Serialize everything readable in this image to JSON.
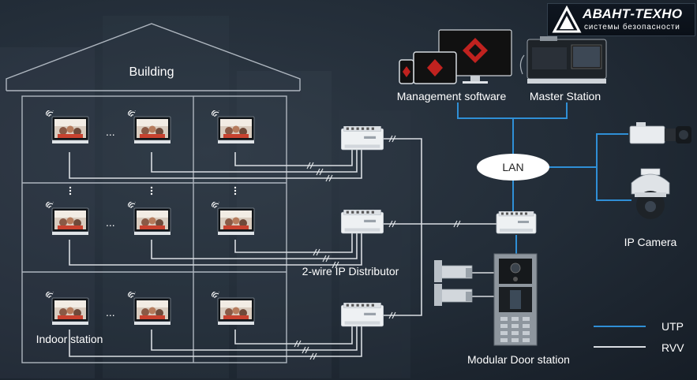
{
  "logo": {
    "title": "АВАНТ-ТЕХНО",
    "subtitle": "системы безопасности"
  },
  "labels": {
    "building": "Building",
    "management_software": "Management software",
    "master_station": "Master Station",
    "lan": "LAN",
    "ip_camera": "IP Camera",
    "distributor": "2-wire IP Distributor",
    "indoor_station": "Indoor station",
    "door_station": "Modular Door station"
  },
  "legend": [
    {
      "label": "UTP",
      "color": "#2f8fd6"
    },
    {
      "label": "RVV",
      "color": "#d9dde2"
    }
  ],
  "ellipsis": "...",
  "colors": {
    "utp": "#2f8fd6",
    "rvv": "#d9dde2"
  }
}
